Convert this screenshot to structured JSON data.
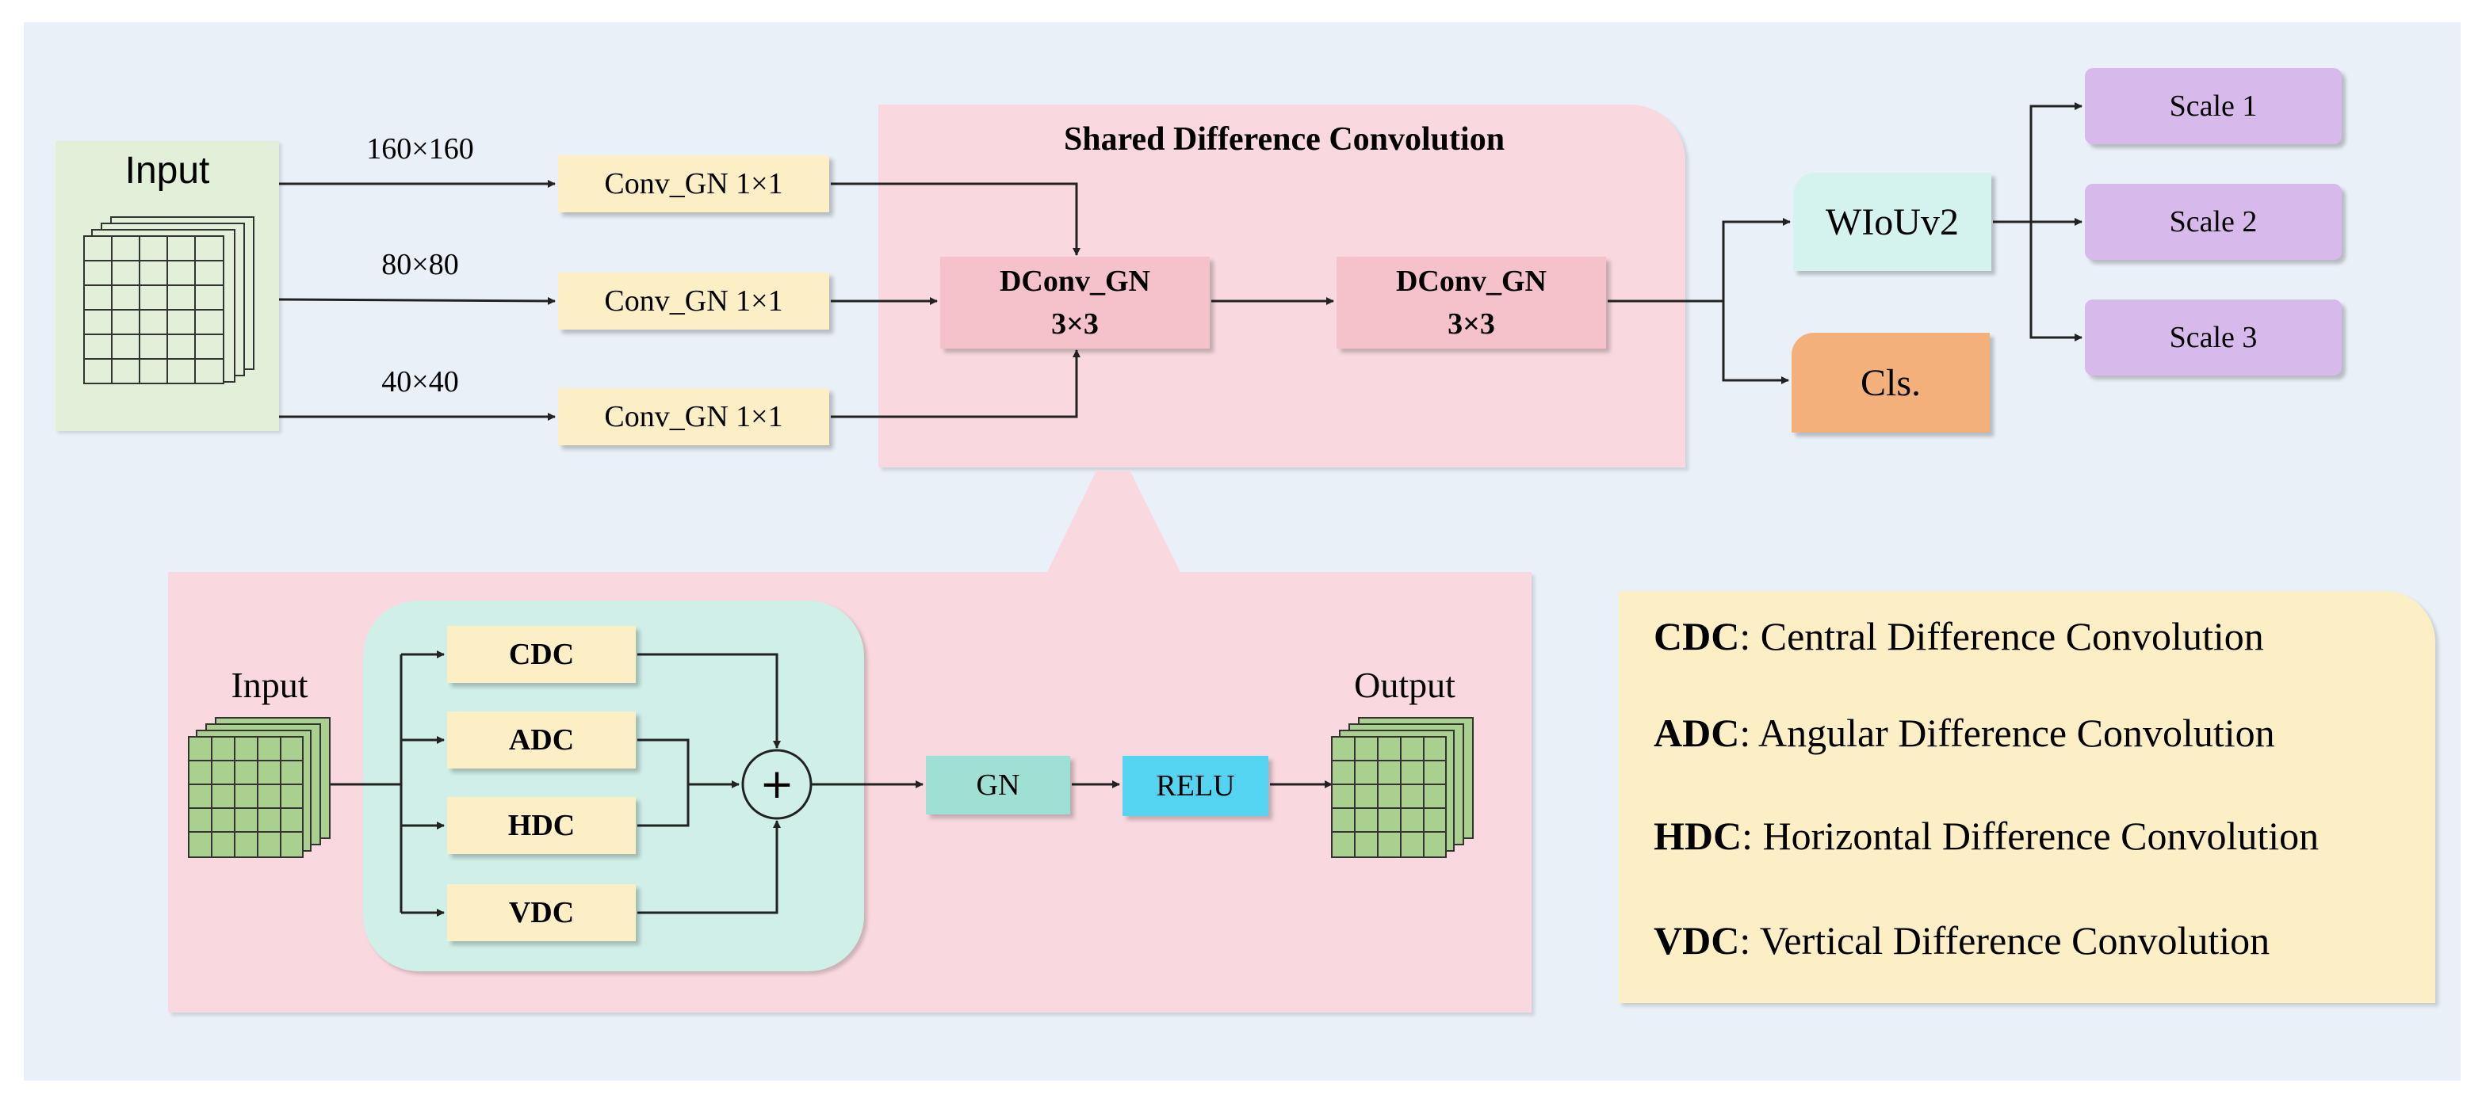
{
  "input_label": "Input",
  "sizes": [
    "160×160",
    "80×80",
    "40×40"
  ],
  "conv_blocks": [
    "Conv_GN 1×1",
    "Conv_GN 1×1",
    "Conv_GN 1×1"
  ],
  "shared": {
    "title": "Shared Difference Convolution",
    "dconv1": {
      "line1": "DConv_GN",
      "line2": "3×3"
    },
    "dconv2": {
      "line1": "DConv_GN",
      "line2": "3×3"
    }
  },
  "heads": {
    "wiou": "WIoUv2",
    "cls": "Cls."
  },
  "scales": [
    "Scale 1",
    "Scale 2",
    "Scale 3"
  ],
  "detail": {
    "input_label": "Input",
    "output_label": "Output",
    "branches": [
      "CDC",
      "ADC",
      "HDC",
      "VDC"
    ],
    "plus": "+",
    "gn": "GN",
    "relu": "RELU"
  },
  "legend": [
    {
      "abbr": "CDC",
      "text": ": Central Difference Convolution"
    },
    {
      "abbr": "ADC",
      "text": ": Angular Difference Convolution"
    },
    {
      "abbr": "HDC",
      "text": ": Horizontal Difference Convolution"
    },
    {
      "abbr": "VDC",
      "text": ": Vertical Difference Convolution"
    }
  ],
  "colors": {
    "background": "#eaf0f8",
    "input_panel": "#e2efd9",
    "grid_fill": "#a9d08e",
    "conv": "#fcefc6",
    "shared_panel": "#f9d9df",
    "dconv": "#f5c1ca",
    "wiou": "#d4f2ee",
    "cls": "#f4b07b",
    "scale": "#d8b9eb",
    "inner_panel": "#d0efe8",
    "gn": "#9fe0d4",
    "relu": "#55d4f2",
    "legend": "#fcefc6"
  }
}
